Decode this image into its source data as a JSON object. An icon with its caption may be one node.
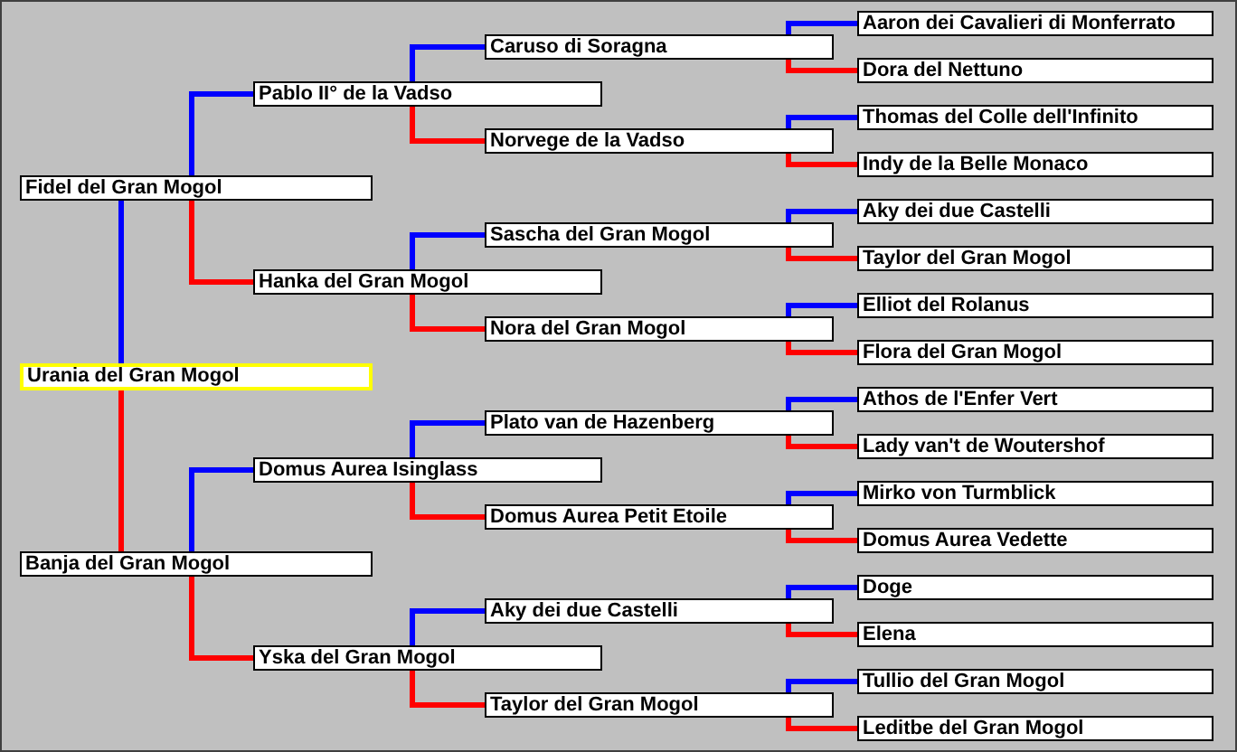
{
  "diagram": {
    "nodes": [
      {
        "text": [
          "Aaron dei Cavalieri di Monferrato"
        ]
      },
      {
        "text": [
          "Caruso di Soragna"
        ]
      },
      {
        "text": [
          "Dora del Nettuno"
        ]
      },
      {
        "text": [
          "Pablo II° de la Vadso"
        ]
      },
      {
        "text": [
          "Thomas del Colle dell'Infinito"
        ]
      },
      {
        "text": [
          "Norvege de la Vadso"
        ]
      },
      {
        "text": [
          "Indy de la Belle Monaco"
        ]
      },
      {
        "text": [
          "Fidel del Gran Mogol"
        ]
      },
      {
        "text": [
          "Aky dei due Castelli"
        ]
      },
      {
        "text": [
          "Sascha del Gran Mogol"
        ]
      },
      {
        "text": [
          "Taylor del Gran Mogol"
        ]
      },
      {
        "text": [
          "Hanka del Gran Mogol"
        ]
      },
      {
        "text": [
          "Elliot del Rolanus"
        ]
      },
      {
        "text": [
          "Nora del Gran Mogol"
        ]
      },
      {
        "text": [
          "Flora del Gran Mogol"
        ]
      },
      {
        "text": [
          "Urania del Gran Mogol"
        ]
      },
      {
        "text": [
          "Athos de l'Enfer Vert"
        ]
      },
      {
        "text": [
          "Plato van de Hazenberg"
        ]
      },
      {
        "text": [
          "Lady van't de Woutershof"
        ]
      },
      {
        "text": [
          "Domus Aurea Isinglass"
        ]
      },
      {
        "text": [
          "Mirko von Turmblick"
        ]
      },
      {
        "text": [
          "Domus Aurea Petit Etoile"
        ]
      },
      {
        "text": [
          "Domus Aurea Vedette"
        ]
      },
      {
        "text": [
          "Banja del Gran Mogol"
        ]
      },
      {
        "text": [
          "Doge"
        ]
      },
      {
        "text": [
          "Aky dei due Castelli"
        ]
      },
      {
        "text": [
          "Elena"
        ]
      },
      {
        "text": [
          "Yska del Gran Mogol"
        ]
      },
      {
        "text": [
          "Tullio del Gran Mogol"
        ]
      },
      {
        "text": [
          "Taylor del Gran Mogol"
        ]
      },
      {
        "text": [
          "Leditbe del Gran Mogol"
        ]
      }
    ],
    "edges": [
      {
        "from": 15,
        "to": 7,
        "arrow": "none",
        "color": "#0000ff"
      },
      {
        "from": 15,
        "to": 23,
        "arrow": "none",
        "color": "#ff0000"
      },
      {
        "from": 7,
        "to": 3,
        "arrow": "none",
        "color": "#0000ff"
      },
      {
        "from": 7,
        "to": 11,
        "arrow": "none",
        "color": "#ff0000"
      },
      {
        "from": 23,
        "to": 19,
        "arrow": "none",
        "color": "#0000ff"
      },
      {
        "from": 23,
        "to": 27,
        "arrow": "none",
        "color": "#ff0000"
      },
      {
        "from": 3,
        "to": 1,
        "arrow": "none",
        "color": "#0000ff"
      },
      {
        "from": 3,
        "to": 5,
        "arrow": "none",
        "color": "#ff0000"
      },
      {
        "from": 11,
        "to": 9,
        "arrow": "none",
        "color": "#0000ff"
      },
      {
        "from": 11,
        "to": 13,
        "arrow": "none",
        "color": "#ff0000"
      },
      {
        "from": 19,
        "to": 17,
        "arrow": "none",
        "color": "#0000ff"
      },
      {
        "from": 19,
        "to": 21,
        "arrow": "none",
        "color": "#ff0000"
      },
      {
        "from": 27,
        "to": 25,
        "arrow": "none",
        "color": "#0000ff"
      },
      {
        "from": 27,
        "to": 29,
        "arrow": "none",
        "color": "#ff0000"
      },
      {
        "from": 1,
        "to": 0,
        "arrow": "none",
        "color": "#0000ff"
      },
      {
        "from": 1,
        "to": 2,
        "arrow": "none",
        "color": "#ff0000"
      },
      {
        "from": 5,
        "to": 4,
        "arrow": "none",
        "color": "#0000ff"
      },
      {
        "from": 5,
        "to": 6,
        "arrow": "none",
        "color": "#ff0000"
      },
      {
        "from": 9,
        "to": 8,
        "arrow": "none",
        "color": "#0000ff"
      },
      {
        "from": 9,
        "to": 10,
        "arrow": "none",
        "color": "#ff0000"
      },
      {
        "from": 13,
        "to": 12,
        "arrow": "none",
        "color": "#0000ff"
      },
      {
        "from": 13,
        "to": 14,
        "arrow": "none",
        "color": "#ff0000"
      },
      {
        "from": 17,
        "to": 16,
        "arrow": "none",
        "color": "#0000ff"
      },
      {
        "from": 17,
        "to": 18,
        "arrow": "none",
        "color": "#ff0000"
      },
      {
        "from": 21,
        "to": 20,
        "arrow": "none",
        "color": "#0000ff"
      },
      {
        "from": 21,
        "to": 22,
        "arrow": "none",
        "color": "#ff0000"
      },
      {
        "from": 25,
        "to": 24,
        "arrow": "none",
        "color": "#0000ff"
      },
      {
        "from": 25,
        "to": 26,
        "arrow": "none",
        "color": "#ff0000"
      },
      {
        "from": 29,
        "to": 28,
        "arrow": "none",
        "color": "#0000ff"
      },
      {
        "from": 29,
        "to": 30,
        "arrow": "none",
        "color": "#ff0000"
      }
    ]
  }
}
